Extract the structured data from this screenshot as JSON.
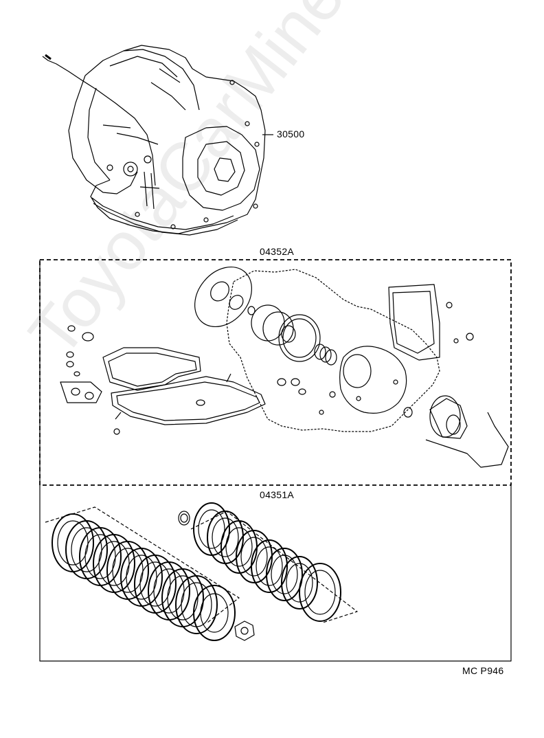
{
  "parts": {
    "transmission": "30500",
    "gasket_kit": "04352A",
    "overhaul_kit": "04351A"
  },
  "figure_code": "MC P946",
  "watermark": "ToyotaCarMine.ru"
}
